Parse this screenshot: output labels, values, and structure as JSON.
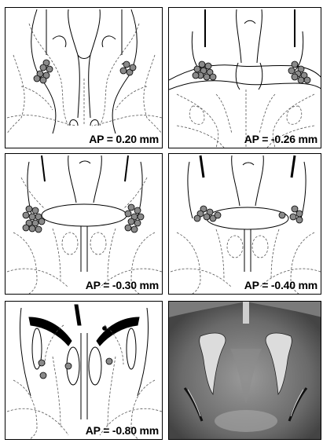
{
  "panels": [
    {
      "ap_label": "AP = 0.20 mm"
    },
    {
      "ap_label": "AP = -0.26 mm"
    },
    {
      "ap_label": "AP = -0.30 mm"
    },
    {
      "ap_label": "AP = -0.40 mm"
    },
    {
      "ap_label": "AP = -0.80 mm"
    },
    {
      "ap_label": ""
    }
  ],
  "colors": {
    "outline": "#000000",
    "dashed": "#555555",
    "marker_fill": "#8a8a8a",
    "photo_tissue": "#6a6a6a",
    "photo_ventricle": "#dcdcdc"
  },
  "icons": {
    "injection_site_marker": "filled-gray-circle"
  }
}
